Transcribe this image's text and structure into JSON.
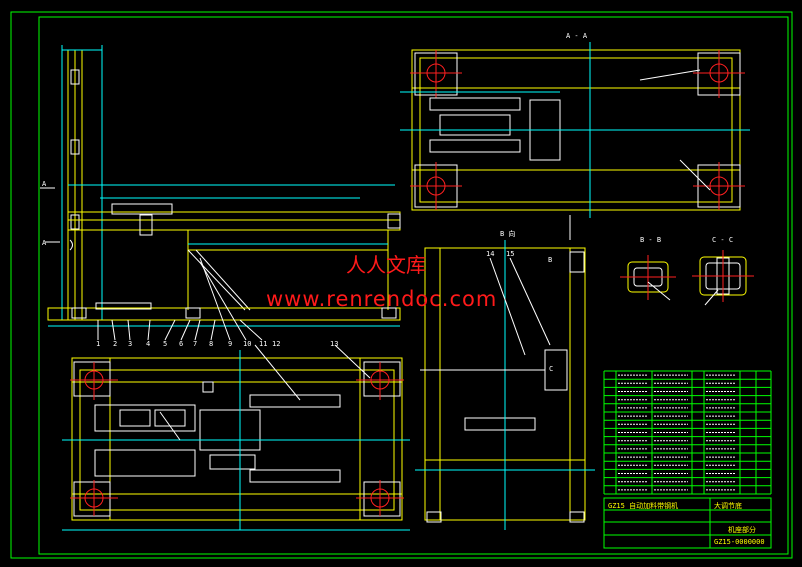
{
  "drawing": {
    "section_labels": {
      "a_a": "A - A",
      "b_b": "B - B",
      "c_c": "C - C",
      "view_b": "B 向"
    },
    "callouts": {
      "side_view": [
        "1",
        "2",
        "3",
        "4",
        "5",
        "6",
        "7",
        "8",
        "9",
        "10",
        "11",
        "12",
        "13"
      ],
      "end_view": [
        "14",
        "15"
      ]
    },
    "view_markers": {
      "a_left": "A",
      "a_lower": "A",
      "b": "B",
      "c": "C"
    }
  },
  "title_block": {
    "product_title": "GZ15 自动加料带钢机",
    "subtitle": "大调节底",
    "drawing_number": "GZ15-0000000",
    "part_name": "机座部分"
  },
  "watermark": {
    "cn": "人人文库",
    "url": "www.renrendoc.com"
  },
  "colors": {
    "border": "#00ff00",
    "outline": "#ffff00",
    "detail": "#ffffff",
    "center": "#ff2020",
    "dimension": "#00ffff",
    "watermark": "#ff1a1a"
  }
}
